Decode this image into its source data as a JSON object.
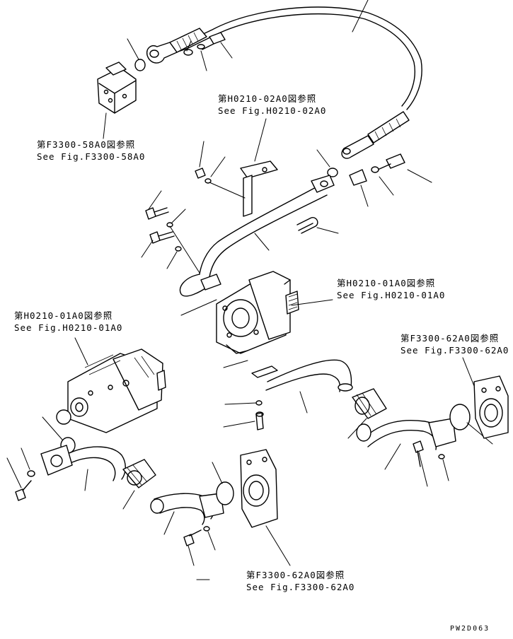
{
  "references": [
    {
      "id": "ref-f3300-58a0",
      "jp": "第F3300-58A0図参照",
      "en": "See Fig.F3300-58A0"
    },
    {
      "id": "ref-h0210-02a0",
      "jp": "第H0210-02A0図参照",
      "en": "See Fig.H0210-02A0"
    },
    {
      "id": "ref-h0210-01a0-right",
      "jp": "第H0210-01A0図参照",
      "en": "See Fig.H0210-01A0"
    },
    {
      "id": "ref-h0210-01a0-left",
      "jp": "第H0210-01A0図参照",
      "en": "See Fig.H0210-01A0"
    },
    {
      "id": "ref-f3300-62a0-right",
      "jp": "第F3300-62A0図参照",
      "en": "See Fig.F3300-62A0"
    },
    {
      "id": "ref-f3300-62a0-bottom",
      "jp": "第F3300-62A0図参照",
      "en": "See Fig.F3300-62A0"
    }
  ],
  "drawing_number": "PW2D063"
}
